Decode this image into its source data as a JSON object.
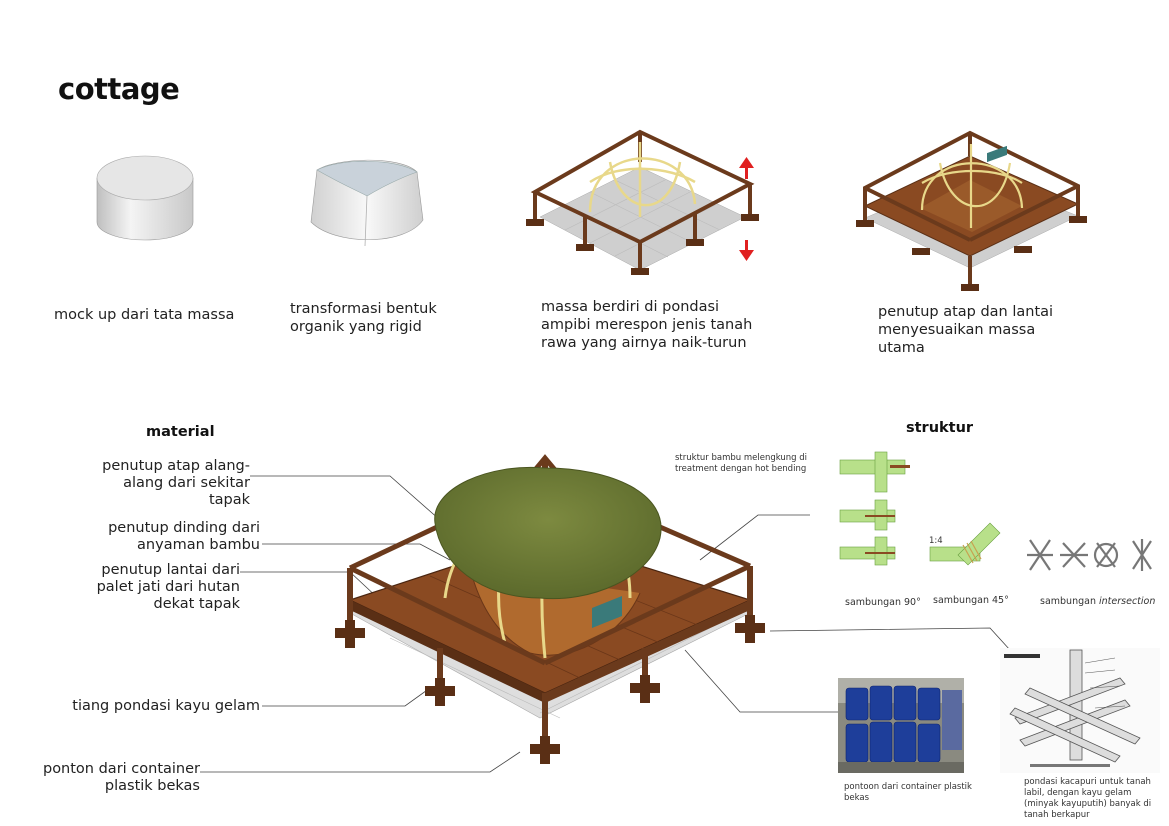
{
  "title": "cottage",
  "steps": [
    {
      "caption": "mock up dari tata massa"
    },
    {
      "caption": "transformasi bentuk organik yang rigid"
    },
    {
      "caption": "massa berdiri di pondasi ampibi merespon jenis tanah rawa yang airnya naik-turun"
    },
    {
      "caption": "penutup atap dan lantai menyesuaikan massa utama"
    }
  ],
  "material": {
    "heading": "material",
    "labels": [
      "penutup atap alang-alang dari sekitar tapak",
      "penutup dinding dari anyaman bambu",
      "penutup lantai dari palet jati dari hutan dekat tapak",
      "tiang pondasi kayu gelam",
      "ponton dari container plastik bekas"
    ]
  },
  "struktur": {
    "heading": "struktur",
    "bamboo_note": "struktur bambu melengkung di treatment dengan hot bending",
    "joint_captions": [
      "sambungan 90°",
      "sambungan 45°",
      "sambungan"
    ],
    "intersection_word": "intersection",
    "angle_label": "1:4",
    "pontoon_caption": "pontoon dari container plastik bekas",
    "foundation_caption": "pondasi kacapuri untuk tanah labil, dengan kayu gelam (minyak kayuputih) banyak di tanah berkapur"
  },
  "colors": {
    "wood": "#6b3a1c",
    "deck": "#8a4a22",
    "thatch": "#6e7a36",
    "bamboo": "#e8d88a",
    "arrow": "#e02020",
    "pontoon": "#d8d8d8"
  }
}
